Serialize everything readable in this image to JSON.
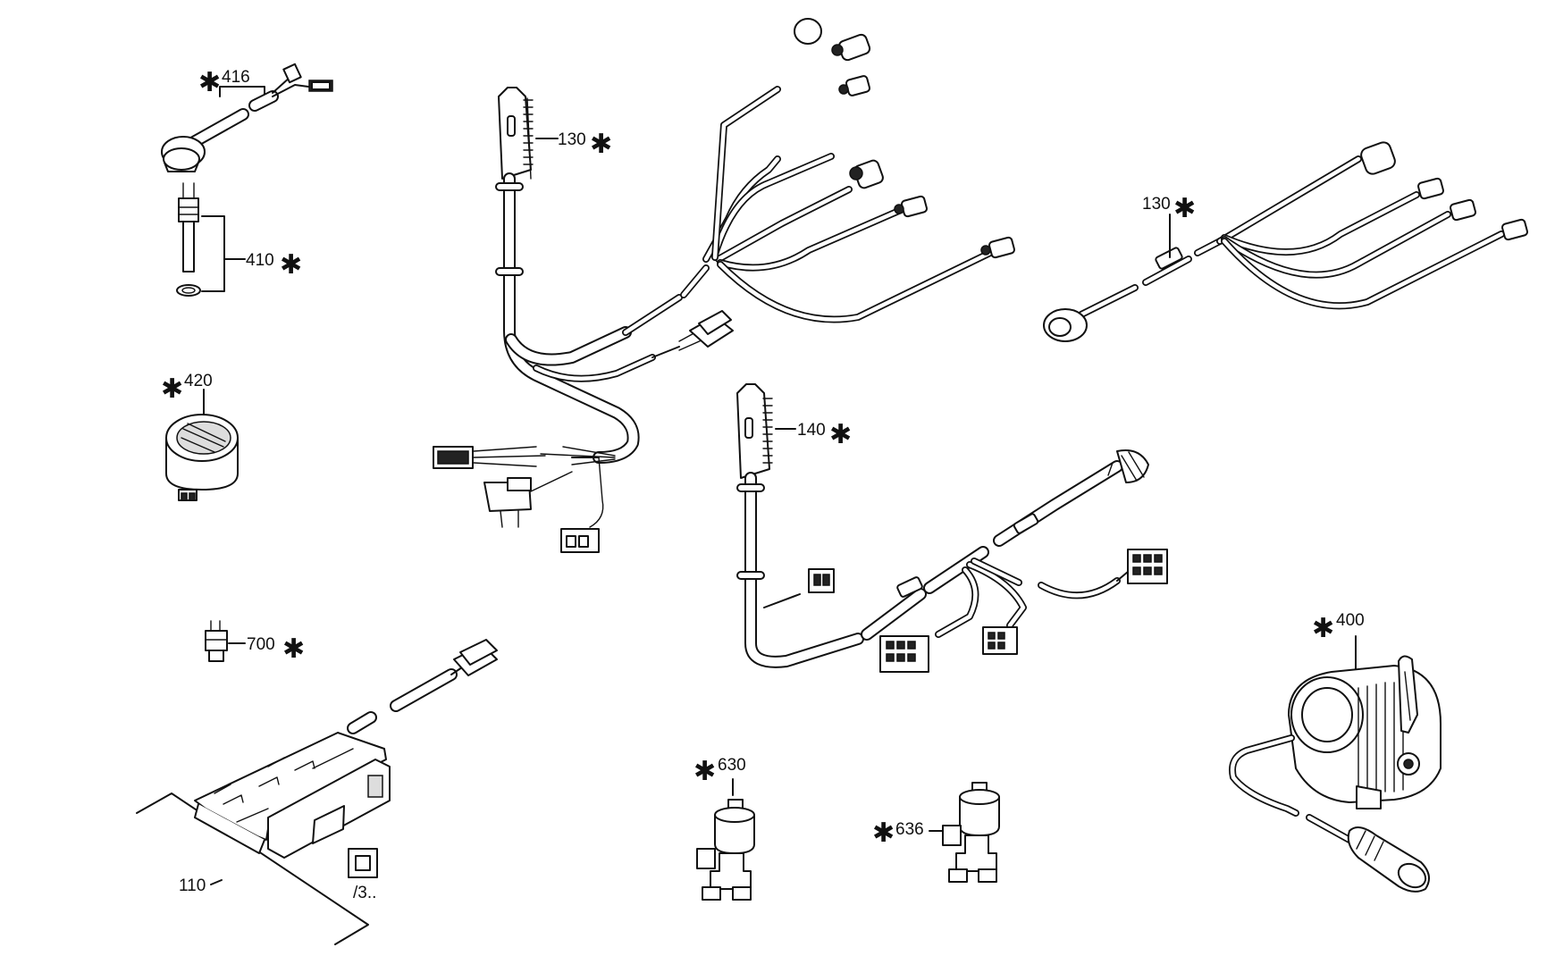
{
  "callouts": {
    "c416": "416",
    "c410": "410",
    "c420": "420",
    "c130a": "130",
    "c130b": "130",
    "c140": "140",
    "c700": "700",
    "c400": "400",
    "c630": "630",
    "c636": "636",
    "c110": "110",
    "c3": "/3.."
  },
  "marker": "✱",
  "icons": {
    "asterisk": "asterisk-icon"
  }
}
